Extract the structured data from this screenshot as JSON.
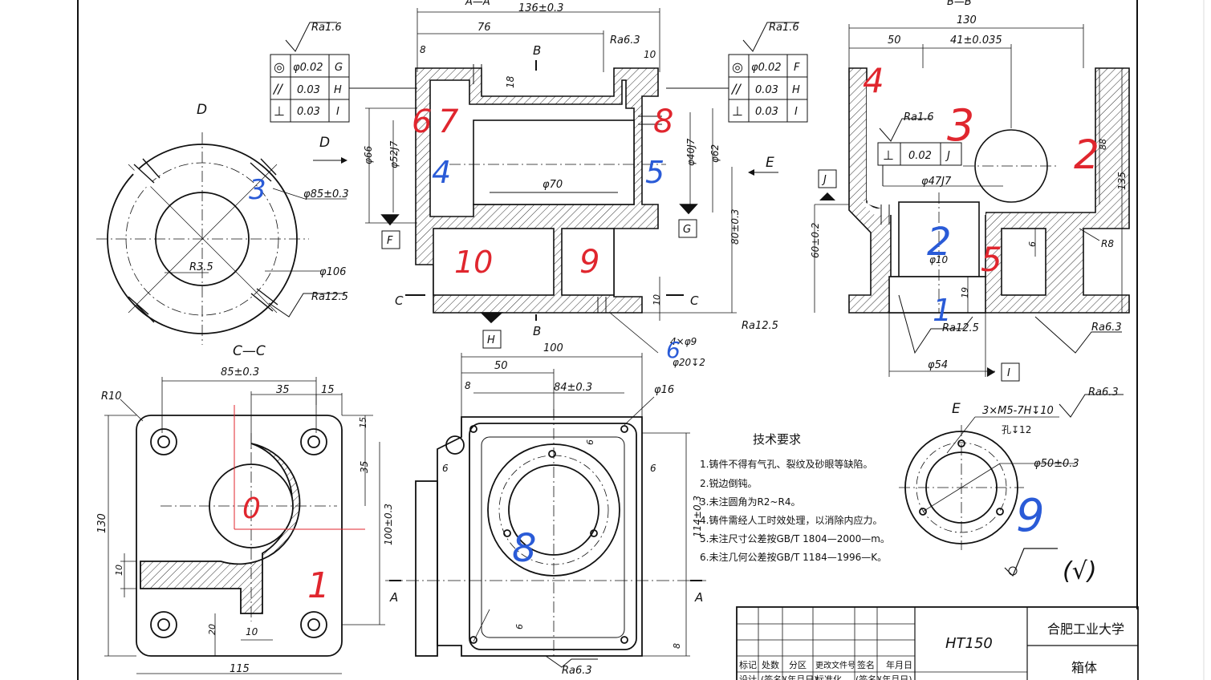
{
  "colors": {
    "line": "#111111",
    "annotation_red": "#e0262e",
    "annotation_blue": "#2a5bd7",
    "hatch": "#333333"
  },
  "section_labels": {
    "aa": "A—A",
    "bb": "B—B",
    "cc": "C—C",
    "d": "D",
    "e": "E",
    "d_arrow": "D",
    "e_arrow": "E"
  },
  "cut_marks": {
    "A": "A",
    "B": "B",
    "C": "C"
  },
  "datums": {
    "F": "F",
    "G": "G",
    "H": "H",
    "I": "I",
    "J": "J"
  },
  "tolerance_frame_left": {
    "roughness": "Ra1.6",
    "rows": [
      {
        "symbol": "◎",
        "value": "φ0.02",
        "datum": "G"
      },
      {
        "symbol": "//",
        "value": "0.03",
        "datum": "H"
      },
      {
        "symbol": "⊥",
        "value": "0.03",
        "datum": "I"
      }
    ]
  },
  "tolerance_frame_right": {
    "roughness": "Ra1.6",
    "rows": [
      {
        "symbol": "◎",
        "value": "φ0.02",
        "datum": "F"
      },
      {
        "symbol": "//",
        "value": "0.03",
        "datum": "H"
      },
      {
        "symbol": "⊥",
        "value": "0.03",
        "datum": "I"
      }
    ]
  },
  "tolerance_frame_j": {
    "roughness": "Ra1.6",
    "symbol": "⊥",
    "value": "0.02",
    "datum": "J"
  },
  "dims_aa": {
    "overall": "136±0.3",
    "d76": "76",
    "d8": "8",
    "d10": "10",
    "d18": "18",
    "ra63": "Ra6.3",
    "phi66": "φ66",
    "phi52": "φ52J7",
    "phi70": "φ70",
    "phi40": "φ40J7",
    "phi62": "φ62",
    "d80": "80±0.3",
    "d10b": "10",
    "ra125": "Ra12.5"
  },
  "dims_bb": {
    "overall": "130",
    "d50": "50",
    "d41": "41±0.035",
    "phi47": "φ47J7",
    "d88": "88",
    "d135": "135",
    "r8": "R8",
    "d6": "6",
    "phi10": "φ10",
    "d60": "60±0.2",
    "d19": "19",
    "ra125": "Ra12.5",
    "ra63": "Ra6.3",
    "phi54": "φ54"
  },
  "dims_d": {
    "phi85": "φ85±0.3",
    "r35": "R3.5",
    "phi106": "φ106",
    "ra125": "Ra12.5"
  },
  "dims_cc": {
    "r10": "R10",
    "d85": "85±0.3",
    "d35": "35",
    "d15": "15",
    "d15b": "15",
    "d35b": "35",
    "d130": "130",
    "d100": "100±0.3",
    "d10": "10",
    "d20": "20",
    "d10b": "10",
    "d115": "115"
  },
  "dims_top": {
    "d100": "100",
    "d50": "50",
    "d8": "8",
    "d84": "84±0.3",
    "phi16": "φ16",
    "d6": "6",
    "d6b": "6",
    "d6c": "6",
    "d6d": "6",
    "d114": "114±0.3",
    "d8b": "8",
    "ra63": "Ra6.3",
    "holes1": "4×φ9",
    "holes2": "φ20↧2"
  },
  "dims_e": {
    "threads": "3×M5-7H↧10",
    "hole": "孔↧12",
    "phi50": "φ50±0.3",
    "ra63": "Ra6.3"
  },
  "tech_requirements": {
    "title": "技术要求",
    "items": [
      "1.铸件不得有气孔、裂纹及砂眼等缺陷。",
      "2.锐边倒钝。",
      "3.未注圆角为R2~R4。",
      "4.铸件需经人工时效处理，以消除内应力。",
      "5.未注尺寸公差按GB/T 1804—2000—m。",
      "6.未注几何公差按GB/T 1184—1996—K。"
    ],
    "general_finish": "(√)"
  },
  "title_block": {
    "material": "HT150",
    "school": "合肥工业大学",
    "part_name": "箱体",
    "headers": [
      "标记",
      "处数",
      "分区",
      "更改文件号",
      "签名",
      "年月日"
    ],
    "row2": [
      "设计",
      "(签名)",
      "(年月日)",
      "标准化",
      "(签名)",
      "(年月日)"
    ]
  },
  "handwritten_red": [
    "6",
    "7",
    "8",
    "3",
    "2",
    "4",
    "10",
    "9",
    "0",
    "1",
    "5"
  ],
  "handwritten_blue": [
    "4",
    "5",
    "3",
    "2",
    "1",
    "8",
    "9",
    "6"
  ]
}
